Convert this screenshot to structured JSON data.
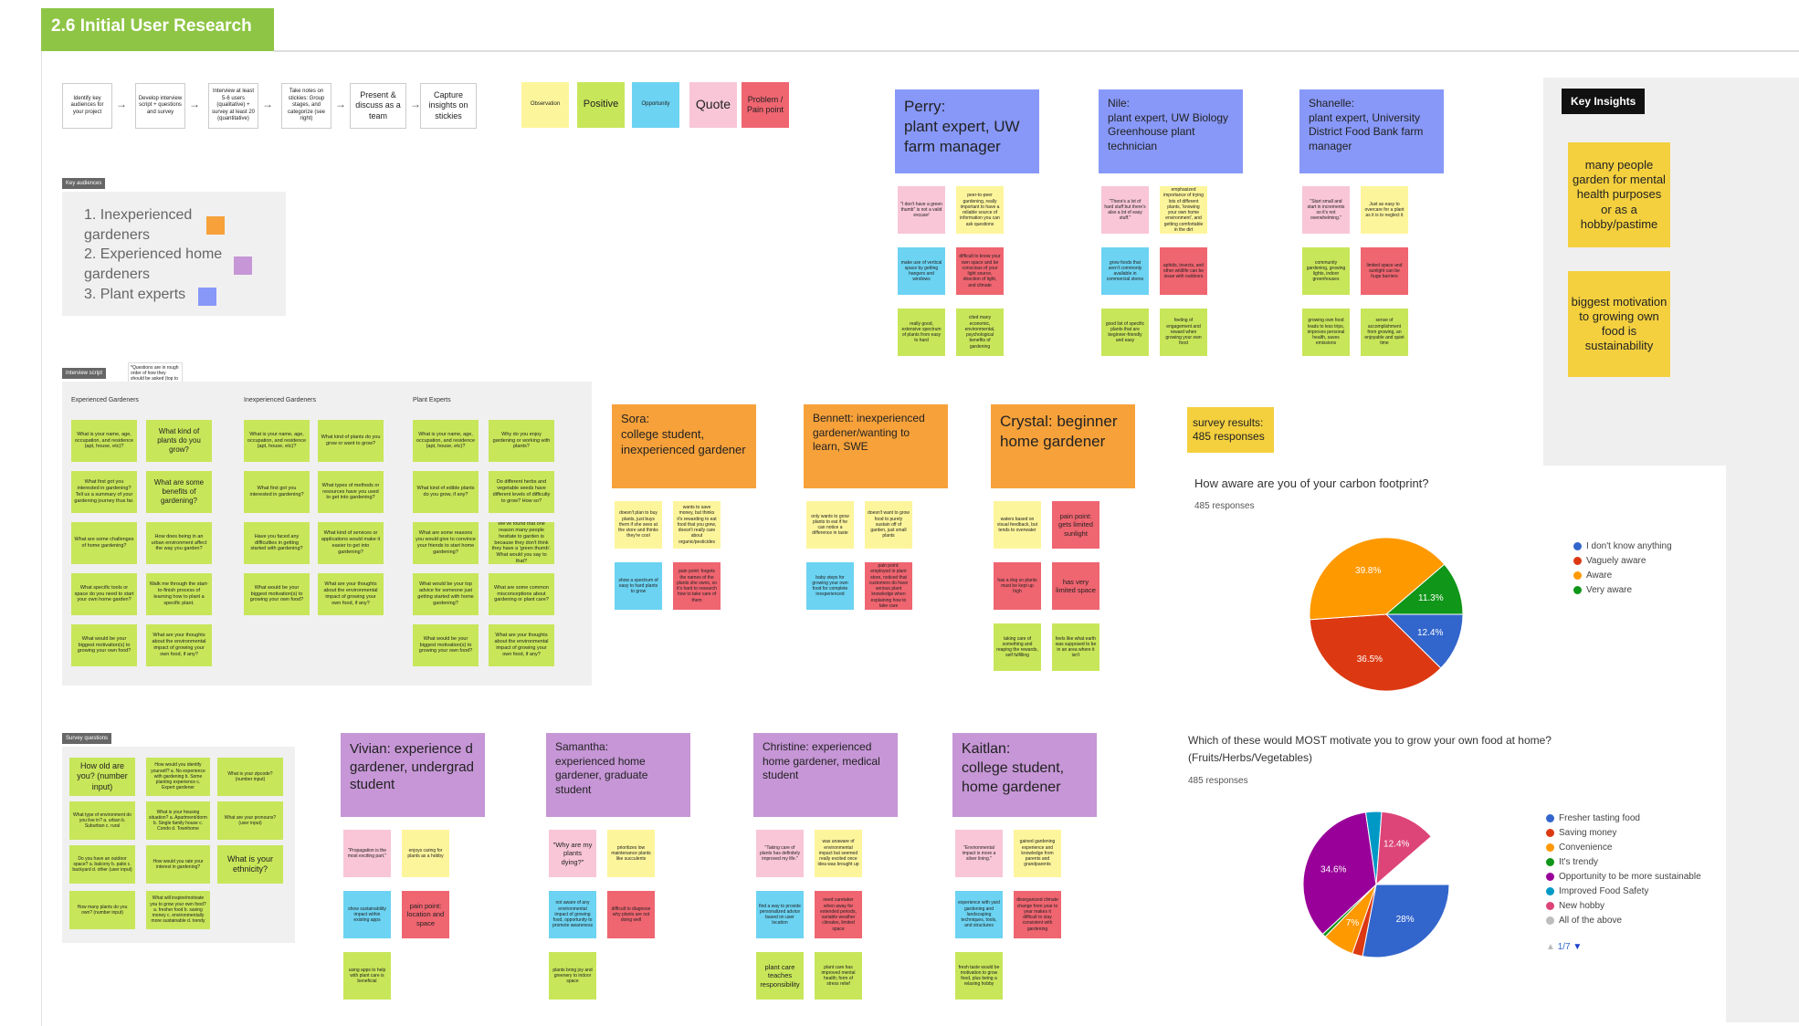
{
  "header": {
    "title": "2.6  Initial User Research"
  },
  "process": [
    "Identify key audiences for your project",
    "Develop interview script + questions and survey",
    "Interview at least 5-6 users (qualitative) + survey at least 20 (quantitative)",
    "Take notes on stickies: Group stages, and categorize (see right)",
    "Present & discuss as a team",
    "Capture insights on stickies"
  ],
  "legend": [
    "Observation",
    "Positive",
    "Opportunity",
    "Quote",
    "Problem / Pain point"
  ],
  "key_audiences": {
    "tag": "Key audiences",
    "items": [
      "1. Inexperienced gardeners",
      "2. Experienced home gardeners",
      "3. Plant experts"
    ]
  },
  "interview": {
    "tag": "Interview script",
    "note": "*Questions are in rough order of how they should be asked (top to bottom, left to right)",
    "columns": [
      {
        "head": "Experienced Gardeners",
        "cards": [
          "What is your name, age, occupation, and residence (apt, house, etc)?",
          "What kind of plants do you grow?",
          "What first got you interested in gardening? Tell us a summary of your gardening journey thus far.",
          "What are some benefits of gardening?",
          "What are some challenges of home gardening?",
          "How does being in an urban environment affect the way you garden?",
          "What specific tools or space do you need to start your own home garden?",
          "Walk me through the start-to-finish process of learning how to plant a specific plant.",
          "What would be your biggest motivation(s) to growing your own food?",
          "What are your thoughts about the environmental impact of growing your own food, if any?"
        ]
      },
      {
        "head": "Inexperienced Gardeners",
        "cards": [
          "What is your name, age, occupation, and residence (apt, house, etc)?",
          "What kind of plants do you grow or want to grow?",
          "What first got you interested in gardening?",
          "What types of methods or resources have you used to get into gardening?",
          "Have you faced any difficulties in getting started with gardening?",
          "What kind of services or applications would make it easier to get into gardening?",
          "What would be your biggest motivation(s) to growing your own food?",
          "What are your thoughts about the environmental impact of growing your own food, if any?"
        ]
      },
      {
        "head": "Plant Experts",
        "cards": [
          "What is your name, age, occupation, and residence (apt, house, etc)?",
          "Why do you enjoy gardening or working with plants?",
          "What kind of edible plants do you grow, if any?",
          "Do different herbs and vegetable seeds have different levels of difficulty to grow? How so?",
          "What are some reasons you would give to convince your friends to start home gardening?",
          "We've found that one reason many people hesitate to garden is because they don't think they have a 'green thumb'. What would you say to that?",
          "What would be your top advice for someone just getting started with home gardening?",
          "What are some common misconceptions about gardening or plant care?",
          "What would be your biggest motivation(s) to growing your own food?",
          "What are your thoughts about the environmental impact of growing your own food, if any?"
        ]
      }
    ]
  },
  "survey": {
    "tag": "Survey questions",
    "cards": [
      "How old are you? (number input)",
      "How would you identify yourself? a. No experience with gardening b. Some planting experience c. Expert gardener",
      "What is your zipcode? (number input)",
      "What type of environment do you live in? a. urban b. Suburban c. rural",
      "What is your housing situation? a. Apartment/dorm b. Single family house c. Condo d. Townhome",
      "What are your pronouns? (user input)",
      "Do you have an outdoor space? a. balcony b. patio c. backyard d. other (user input)",
      "How would you rate your interest in gardening?",
      "What is your ethnicity?",
      "How many plants do you own? (number input)",
      "What will inspire/motivate you to grow your own food? a. fresher food b. saving money c. environmentally more sustainable d. trendy"
    ]
  },
  "experts": [
    {
      "title": "Perry:\nplant expert, UW farm manager",
      "notes": [
        "\"I don't have a green thumb\" is not a valid excuse!",
        "peer-to-peer gardening, really important to have a reliable source of information you can ask questions",
        "make use of vertical space by getting hangers and windows",
        "difficult to know your own space and be conscious of your light source, direction of light, and climate",
        "really good, extensive spectrum of plants from easy to hard",
        "cited many economic, environmental, psychological benefits of gardening"
      ]
    },
    {
      "title": "Nile:\nplant expert, UW Biology Greenhouse plant technician",
      "notes": [
        "\"There's a lot of hard stuff but there's also a lot of easy stuff.\"",
        "emphasized importance of trying lots of different plants, 'knowing your own home environment', and getting comfortable in the dirt",
        "grow foods that aren't commonly available in commercial stores",
        "aphids, insects, and other wildlife can be issue with outdoors",
        "good list of specific plants that are beginner-friendly and easy",
        "feeling of engagement and reward when growing your own food"
      ]
    },
    {
      "title": "Shanelle:\nplant expert, University District Food Bank farm manager",
      "notes": [
        "\"Start small and start in increments so it's not overwhelming.\"",
        "Just as easy to overcare for a plant as it is to neglect it",
        "community gardening, growing lights, indoor greenhouses",
        "limited space and sunlight can be huge barriers",
        "growing own food leads to less trips, improves personal health, saves emissions",
        "sense of accomplishment from growing, an enjoyable and quiet time"
      ]
    }
  ],
  "insights": {
    "tag": "Key Insights",
    "cards": [
      "many people garden for mental health purposes or as a hobby/pastime",
      "biggest motivation to growing own food is sustainability"
    ]
  },
  "inexperienced": [
    {
      "title": "Sora:\ncollege student, inexperienced gardener",
      "notes": [
        "doesn't plan to buy plants, just buys them if she sees at the store and thinks they're cool",
        "wants to save money, but thinks it's rewarding to eat food that you grew, doesn't really care about organic/pesticides",
        "show a spectrum of easy to hard plants to grow",
        "pain point: forgets the names of the plants she owns, so it's hard to research how to take care of them"
      ]
    },
    {
      "title": "Bennett: inexperienced gardener/wanting to learn, SWE",
      "notes": [
        "only wants to grow plants to eat if he can notice a difference in taste",
        "doesn't want to grow food to purely sustain off of garden, just small plants",
        "baby steps for growing your own food for complete inexperienced",
        "pain point: employed in plant store, noticed that customers do have serious plant knowledge when explaining how to take care"
      ]
    },
    {
      "title": "Crystal: beginner home gardener",
      "notes": [
        "waters based on visual feedback, but tends to overwater",
        "pain point: gets limited sunlight",
        "has a dog so plants must be kept up high",
        "has very limited space",
        "taking care of something and reaping the rewards, self fulfilling",
        "feels like what earth was supposed to be in an area where it isn't"
      ]
    }
  ],
  "experienced": [
    {
      "title": "Vivian: experience d gardener, undergrad student",
      "notes": [
        "\"Propagation is the most exciting part.\"",
        "enjoys caring for plants as a hobby",
        "show sustainability impact within existing apps",
        "pain point: location and space",
        "using apps to help with plant care is beneficial"
      ]
    },
    {
      "title": "Samantha:\nexperienced home gardener, graduate student",
      "notes": [
        "\"Why are my plants dying?\"",
        "prioritizes low maintenance plants like succulents",
        "not aware of any environmental impact of growing food, opportunity to promote awareness",
        "difficult to diagnose why plants are not doing well",
        "plants bring joy and greenery to indoor space"
      ]
    },
    {
      "title": "Christine: experienced home gardener, medical student",
      "notes": [
        "\"Taking care of plants has definitely improved my life.\"",
        "was unaware of environmental impact but seemed really excited once idea was brought up",
        "find a way to provide personalized advice based on user location",
        "need caretaker when away for extended periods, variable weather climates, limited space",
        "plant care teaches responsibility",
        "plant care has improved mental health; form of stress relief"
      ]
    },
    {
      "title": "Kaitlan:\ncollege student, home gardener",
      "notes": [
        "\"Environmental impact is more a silver lining.\"",
        "gained gardening experience and knowledge from parents and grandparents",
        "experience with yard gardening and landscaping techniques, tools, and structures",
        "disorganized climate change from year to year makes it difficult to stay consistent with gardening",
        "fresh taste would be motivation to grow food, plus being a relaxing hobby"
      ]
    }
  ],
  "survey_results": "survey results:\n485 responses",
  "icons": [
    "triangle-up-icon",
    "triangle-down-icon"
  ],
  "chart_data": [
    {
      "type": "pie",
      "title": "How aware are you of your carbon footprint?",
      "subtitle": "485 responses",
      "series": [
        {
          "name": "I don't know anything",
          "value": 12.4,
          "color": "#3366cc"
        },
        {
          "name": "Vaguely aware",
          "value": 36.5,
          "color": "#dc3912"
        },
        {
          "name": "Aware",
          "value": 39.8,
          "color": "#ff9900"
        },
        {
          "name": "Very aware",
          "value": 11.3,
          "color": "#109618"
        }
      ],
      "legend_position": "right"
    },
    {
      "type": "pie",
      "title": "Which of these would MOST motivate you to grow your own food at home? (Fruits/Herbs/Vegetables)",
      "subtitle": "485 responses",
      "series": [
        {
          "name": "Fresher tasting food",
          "value": 28,
          "color": "#3366cc"
        },
        {
          "name": "Saving money",
          "value": 2.3,
          "color": "#dc3912"
        },
        {
          "name": "Convenience",
          "value": 7,
          "color": "#ff9900"
        },
        {
          "name": "It's trendy",
          "value": 0.8,
          "color": "#109618"
        },
        {
          "name": "Opportunity to be more sustainable",
          "value": 34.6,
          "color": "#990099"
        },
        {
          "name": "Improved Food Safety",
          "value": 3.5,
          "color": "#0099c6"
        },
        {
          "name": "New hobby",
          "value": 12.4,
          "color": "#dd4477"
        },
        {
          "name": "All of the above",
          "value": 11.4,
          "color": "#ffffff"
        }
      ],
      "slice_labels": [
        "28%",
        "7%",
        "34.6%",
        "12.4%"
      ],
      "legend_position": "right",
      "legend_page": "1/7"
    }
  ]
}
